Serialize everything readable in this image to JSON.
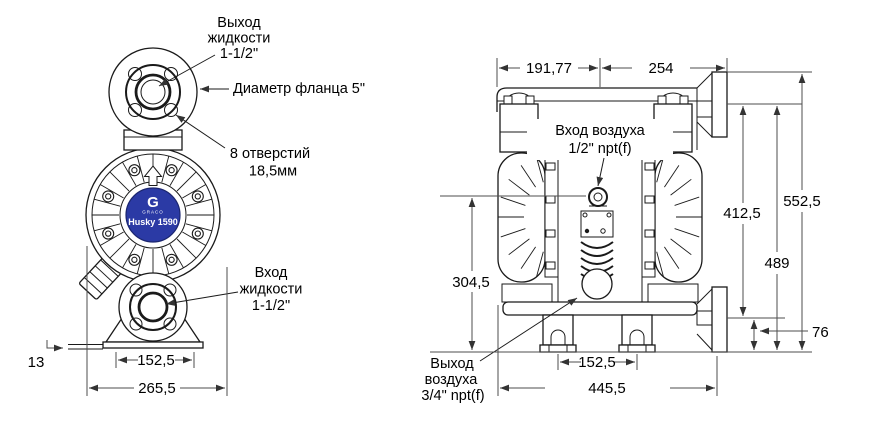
{
  "front_view": {
    "callouts": {
      "fluid_outlet": {
        "l1": "Выход",
        "l2": "жидкости",
        "l3": "1-1/2\""
      },
      "flange_diameter": "Диаметр фланца 5\"",
      "bolt_holes": {
        "l1": "8 отверстий",
        "l2": "18,5мм"
      },
      "fluid_inlet": {
        "l1": "Вход",
        "l2": "жидкости",
        "l3": "1-1/2\""
      }
    },
    "dimensions": {
      "edge_offset": "13",
      "foot_width": "152,5",
      "overall_width": "265,5"
    },
    "badge": {
      "letter": "G",
      "brand": "GRACO",
      "model": "Husky 1590"
    }
  },
  "side_view": {
    "callouts": {
      "air_inlet": {
        "l1": "Вход воздуха",
        "l2": "1/2\" npt(f)"
      },
      "air_exhaust": {
        "l1": "Выход",
        "l2": "воздуха",
        "l3": "3/4\" npt(f)"
      }
    },
    "dimensions": {
      "left_section": "191,77",
      "right_section": "254",
      "inlet_height": "304,5",
      "port_distance": "412,5",
      "outlet_to_ground": "489",
      "overall_height": "552,5",
      "flange_to_ground": "76",
      "foot_spacing": "152,5",
      "overall_width": "445,5"
    }
  },
  "colors": {
    "line": "#1a1a1a",
    "dim": "#4d4d4d",
    "badge_blue": "#2b3aa5",
    "badge_text": "#ffffff"
  }
}
